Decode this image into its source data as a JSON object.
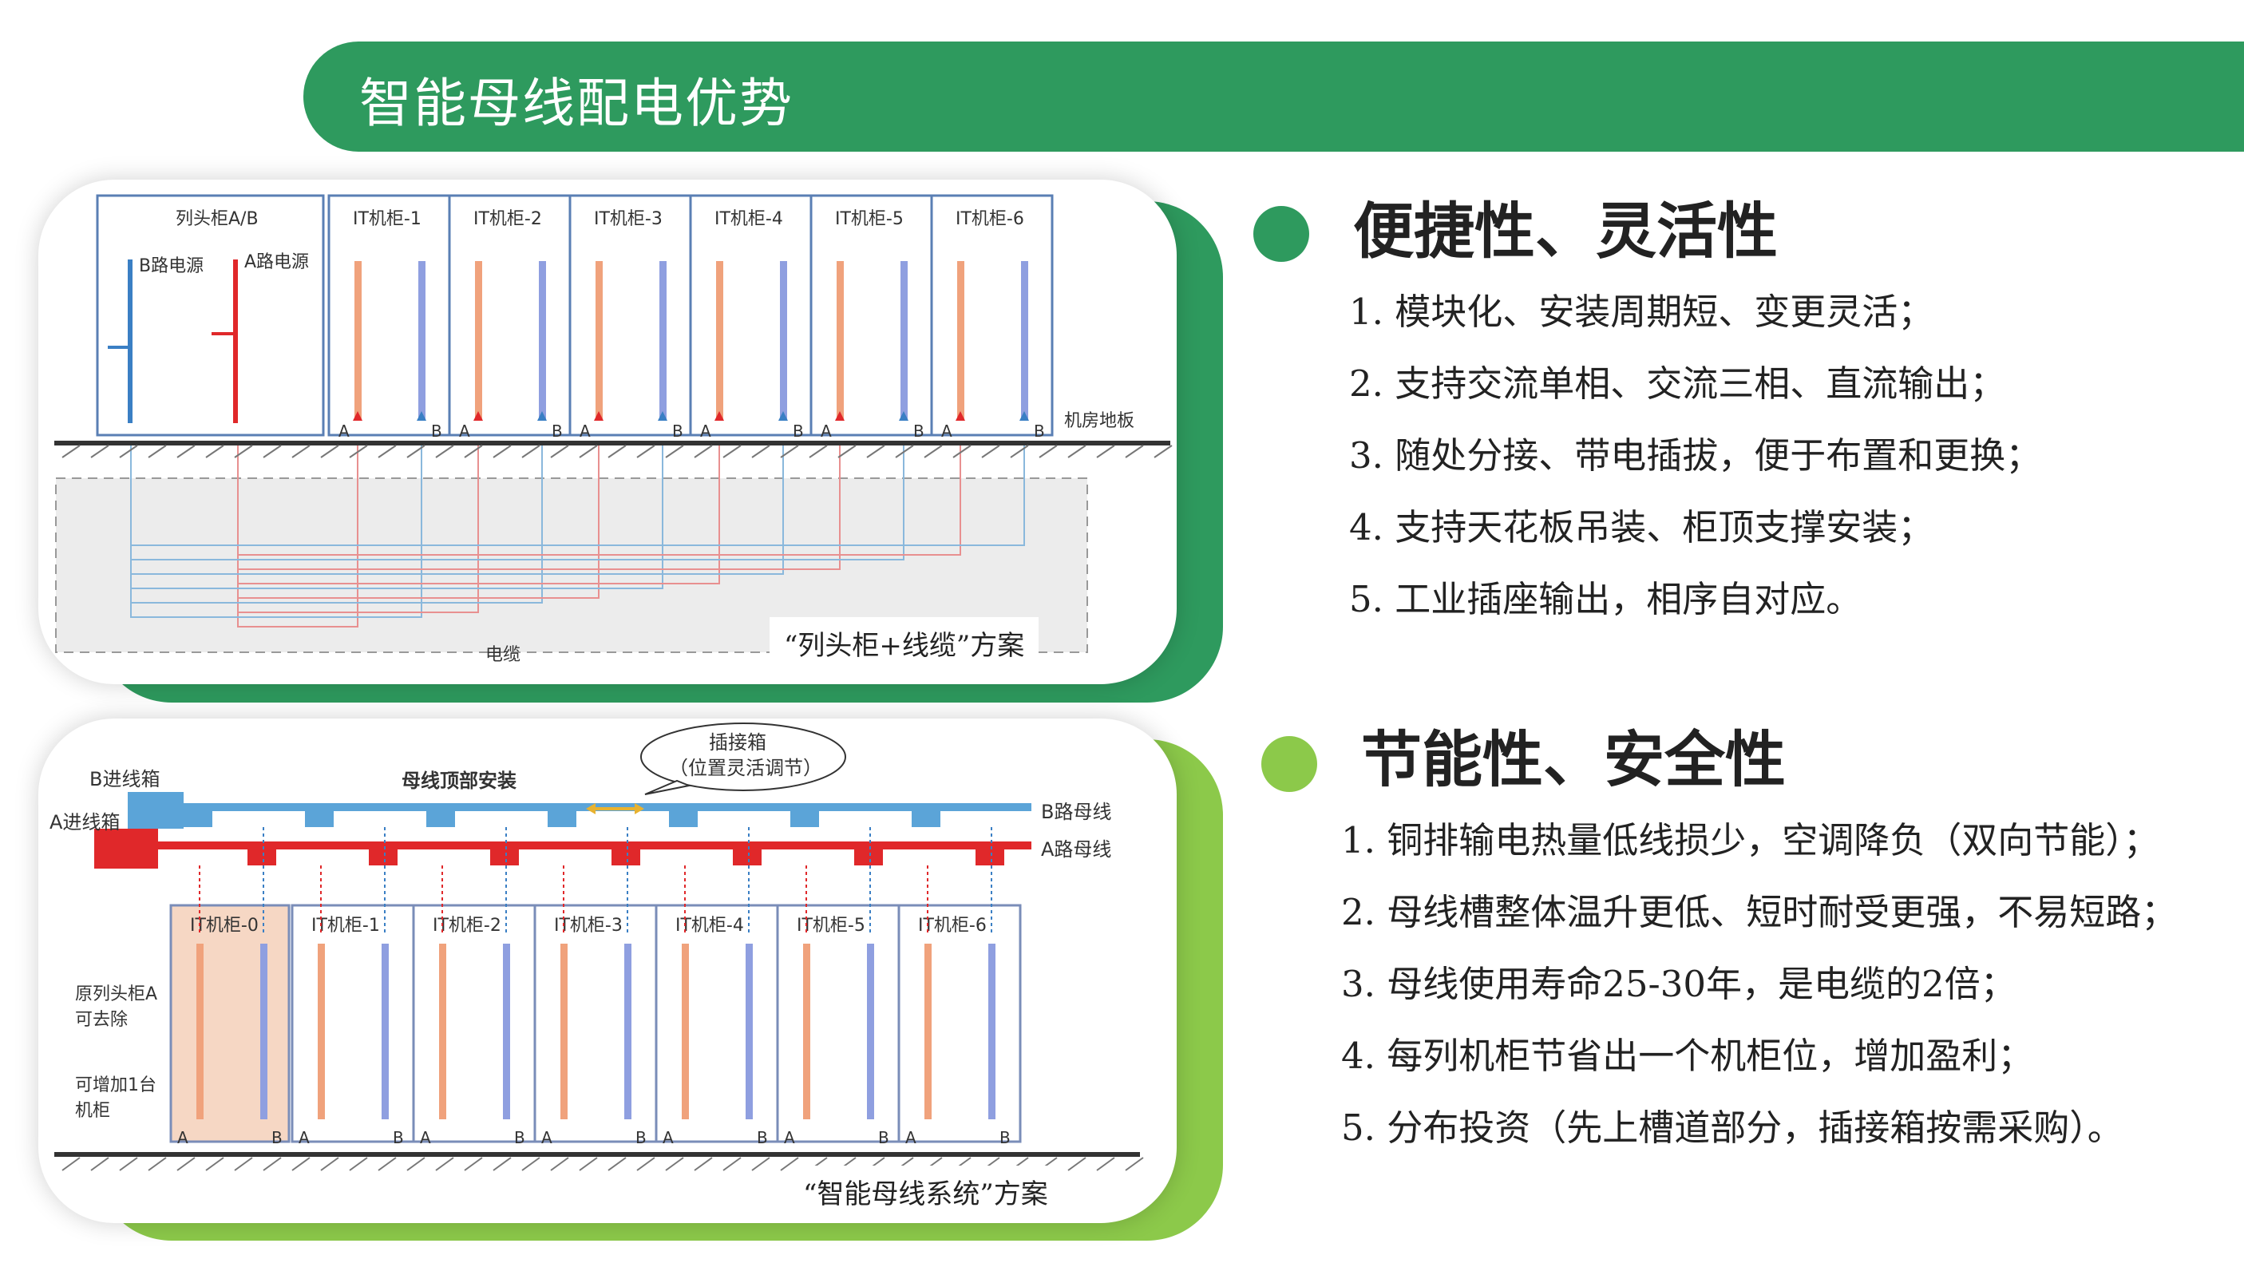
{
  "title": "智能母线配电优势",
  "diagram1": {
    "header_cabinet": "列头柜A/B",
    "b_power": "B路电源",
    "a_power": "A路电源",
    "it_cabinets": [
      "IT机柜-1",
      "IT机柜-2",
      "IT机柜-3",
      "IT机柜-4",
      "IT机柜-5",
      "IT机柜-6"
    ],
    "floor_label": "机房地板",
    "cable_label": "电缆",
    "letter_a": "A",
    "letter_b": "B",
    "caption": "“列头柜+线缆”方案"
  },
  "diagram2": {
    "b_box": "B进线箱",
    "a_box": "A进线箱",
    "top_mount": "母线顶部安装",
    "plugin_box": "插接箱",
    "plugin_note": "（位置灵活调节）",
    "b_busbar": "B路母线",
    "a_busbar": "A路母线",
    "it_cabinets": [
      "IT机柜-0",
      "IT机柜-1",
      "IT机柜-2",
      "IT机柜-3",
      "IT机柜-4",
      "IT机柜-5",
      "IT机柜-6"
    ],
    "side_note_1": [
      "原列头柜A",
      "可去除"
    ],
    "side_note_2": [
      "可增加1台",
      "机柜"
    ],
    "letter_a": "A",
    "letter_b": "B",
    "caption": "“智能母线系统”方案"
  },
  "section1": {
    "heading": "便捷性、灵活性",
    "items": [
      "1. 模块化、安装周期短、变更灵活；",
      "2. 支持交流单相、交流三相、直流输出；",
      "3. 随处分接、带电插拔，便于布置和更换；",
      "4. 支持天花板吊装、柜顶支撑安装；",
      "5. 工业插座输出，相序自对应。"
    ]
  },
  "section2": {
    "heading": "节能性、安全性",
    "items": [
      "1. 铜排输电热量低线损少，空调降负（双向节能）；",
      "2. 母线槽整体温升更低、短时耐受更强，不易短路；",
      "3. 母线使用寿命25-30年，是电缆的2倍；",
      "4. 每列机柜节省出一个机柜位，增加盈利；",
      "5. 分布投资（先上槽道部分，插接箱按需采购）。"
    ]
  },
  "colors": {
    "green_dark": "#2e9a5e",
    "green_light": "#8cc94a",
    "feed_red": "#e0282a",
    "feed_blue": "#3a7fc4",
    "bar_orange": "#f0a27c",
    "bar_blue": "#8f9fe0",
    "busbar_blue": "#5ba4d8"
  }
}
